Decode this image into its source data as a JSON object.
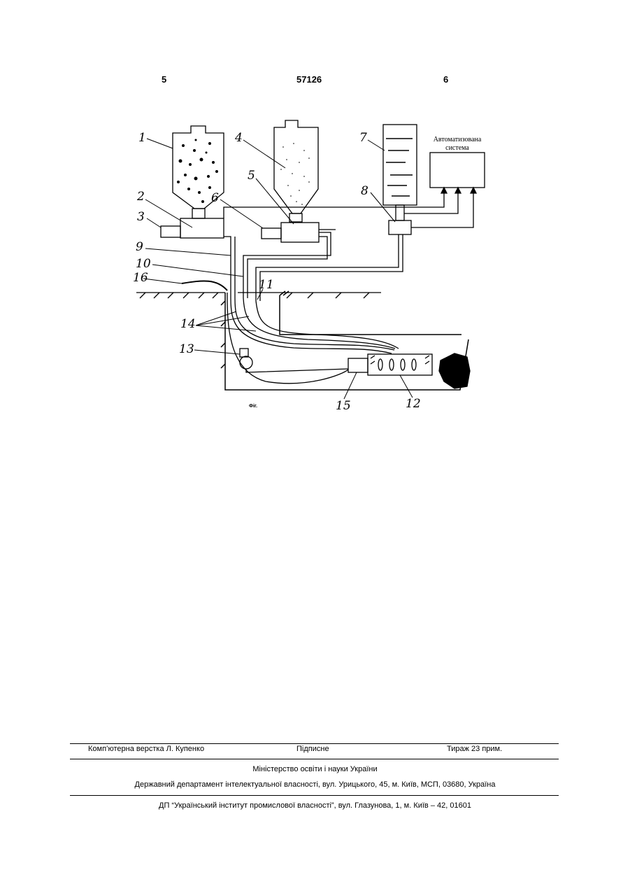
{
  "header": {
    "left_page": "5",
    "patent_number": "57126",
    "right_page": "6"
  },
  "figure": {
    "caption": "Фіг.",
    "auto_system_label_line1": "Автоматизована",
    "auto_system_label_line2": "система",
    "labels": [
      "1",
      "2",
      "3",
      "4",
      "5",
      "6",
      "7",
      "8",
      "9",
      "10",
      "11",
      "12",
      "13",
      "14",
      "15",
      "16"
    ]
  },
  "footer": {
    "layout_credit": "Комп’ютерна верстка Л. Купенко",
    "signed": "Підписне",
    "circulation": "Тираж 23 прим.",
    "ministry": "Міністерство освіти і науки України",
    "department": "Державний департамент інтелектуальної власності, вул. Урицького, 45, м. Київ, МСП, 03680, Україна",
    "institute": "ДП “Український інститут промислової власності”, вул. Глазунова, 1, м. Київ – 42, 01601"
  }
}
